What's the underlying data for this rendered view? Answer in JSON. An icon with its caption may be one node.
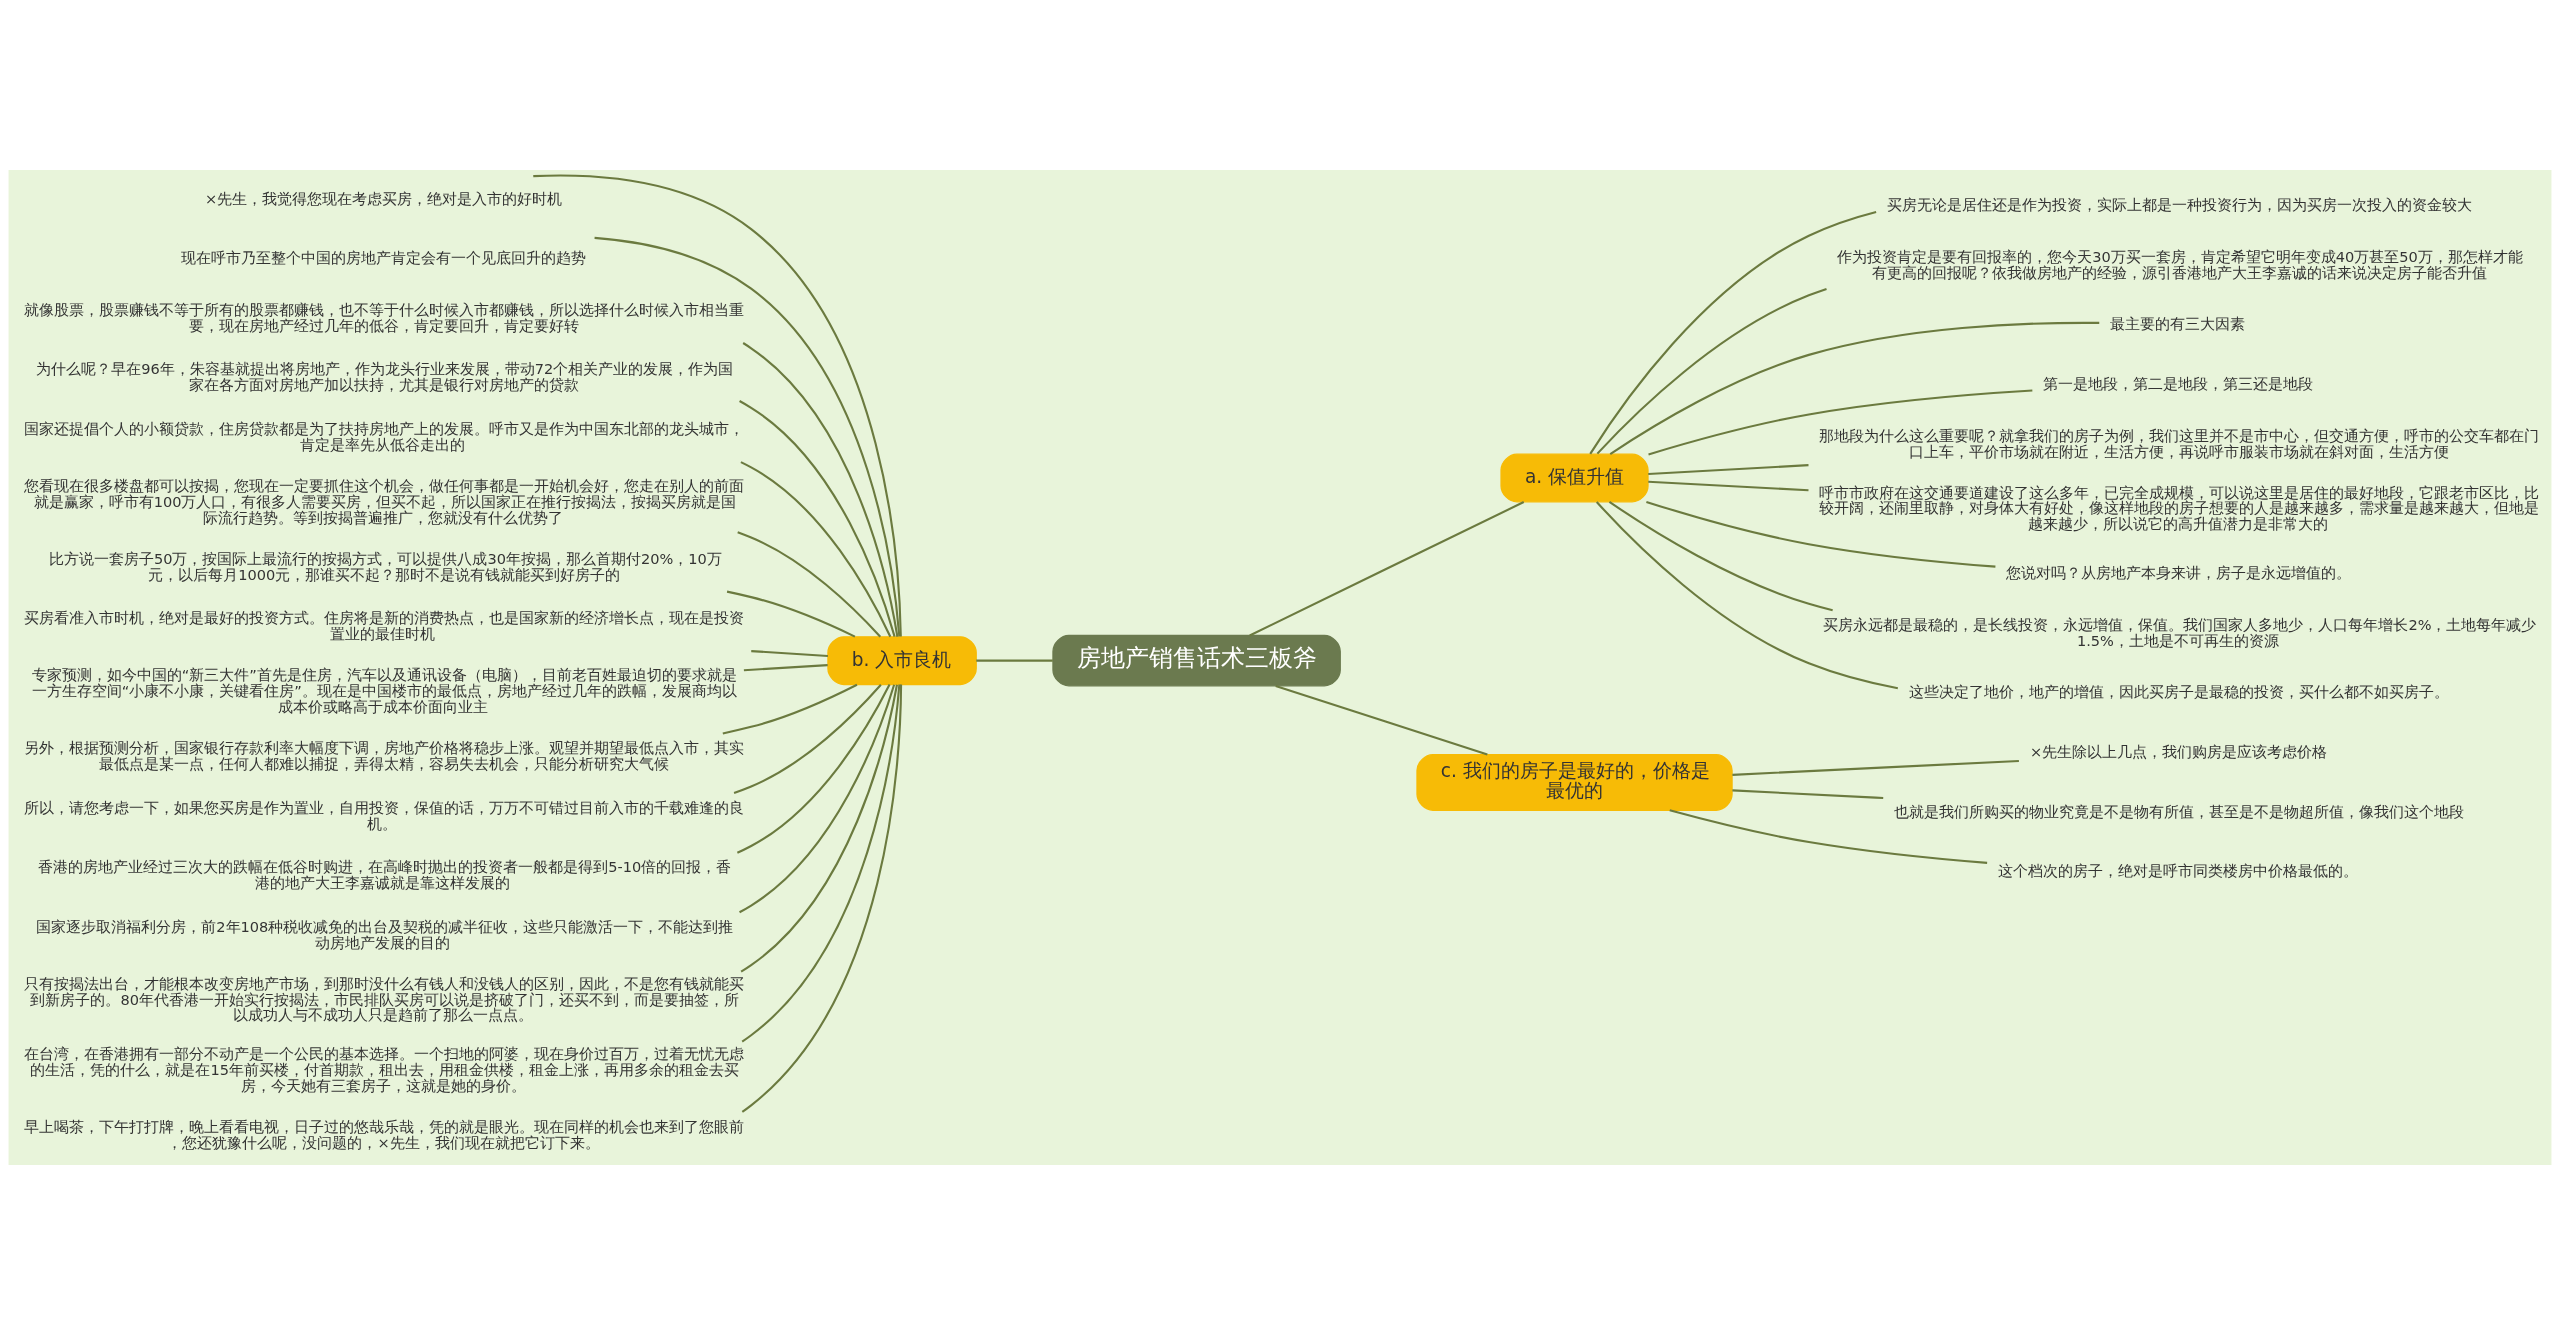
{
  "diagram": {
    "nodes": [
      {
        "text": [
          "房地产销售话术三板斧"
        ]
      },
      {
        "text": [
          "b. 入市良机"
        ]
      },
      {
        "text": [
          "×先生，我觉得您现在考虑买房，绝对是入市的好时机"
        ]
      },
      {
        "text": [
          "现在呼市乃至整个中国的房地产肯定会有一个见底回升的趋势"
        ]
      },
      {
        "text": [
          "就像股票，股票赚钱不等于所有的股票都赚钱，也不等于什么时候入市都赚钱，所以选择什么时候入市相当重要，现在房地产经过几年的低谷，肯定要回升，肯定要好转"
        ]
      },
      {
        "text": [
          "为什么呢？早在96年，朱容基就提出将房地产，作为龙头行业来发展，带动72个相关产业的发展，作为国家在各方面对房地产加以扶持，尤其是银行对房地产的贷款"
        ]
      },
      {
        "text": [
          "国家还提倡个人的小额贷款，住房贷款都是为了扶持房地产上的发展。呼市又是作为中国东北部的龙头城市，肯定是率先从低谷走出的"
        ]
      },
      {
        "text": [
          "您看现在很多楼盘都可以按揭，您现在一定要抓住这个机会，做任何事都是一开始机会好，您走在别人的前面就是赢家，呼市有100万人口，有很多人需要买房，但买不起，所以国家正在推行按揭法，按揭买房就是国际流行趋势。等到按揭普遍推广，您就没有什么优势了"
        ]
      },
      {
        "text": [
          "比方说一套房子50万，按国际上最流行的按揭方式，可以提供八成30年按揭，那么首期付20%，10万元，以后每月1000元，那谁买不起？那时不是说有钱就能买到好房子的"
        ]
      },
      {
        "text": [
          "买房看准入市时机，绝对是最好的投资方式。住房将是新的消费热点，也是国家新的经济增长点，现在是投资置业的最佳时机"
        ]
      },
      {
        "text": [
          "专家预测，如今中国的“新三大件”首先是住房，汽车以及通讯设备（电脑），目前老百姓最迫切的要求就是一方生存空间“小康不小康，关键看住房”。现在是中国楼市的最低点，房地产经过几年的跌幅，发展商均以成本价或略高于成本价面向业主"
        ]
      },
      {
        "text": [
          "另外，根据预测分析，国家银行存款利率大幅度下调，房地产价格将稳步上涨。观望并期望最低点入市，其实最低点是某一点，任何人都难以捕捉，弄得太精，容易失去机会，只能分析研究大气候"
        ]
      },
      {
        "text": [
          "所以，请您考虑一下，如果您买房是作为置业，自用投资，保值的话，万万不可错过目前入市的千载难逢的良机。"
        ]
      },
      {
        "text": [
          "香港的房地产业经过三次大的跌幅在低谷时购进，在高峰时抛出的投资者一般都是得到5-10倍的回报，香港的地产大王李嘉诚就是靠这样发展的"
        ]
      },
      {
        "text": [
          "国家逐步取消福利分房，前2年108种税收减免的出台及契税的减半征收，这些只能激活一下，不能达到推动房地产发展的目的"
        ]
      },
      {
        "text": [
          "只有按揭法出台，才能根本改变房地产市场，到那时没什么有钱人和没钱人的区别，因此，不是您有钱就能买到新房子的。80年代香港一开始实行按揭法，市民排队买房可以说是挤破了门，还买不到，而是要抽签，所以成功人与不成功人只是趋前了那么一点点。"
        ]
      },
      {
        "text": [
          "在台湾，在香港拥有一部分不动产是一个公民的基本选择。一个扫地的阿婆，现在身价过百万，过着无忧无虑的生活，凭的什么，就是在15年前买楼，付首期款，租出去，用租金供楼，租金上涨，再用多余的租金去买房，今天她有三套房子，这就是她的身价。"
        ]
      },
      {
        "text": [
          "早上喝茶，下午打打牌，晚上看看电视，日子过的悠哉乐哉，凭的就是眼光。现在同样的机会也来到了您眼前，您还犹豫什么呢，没问题的，×先生，我们现在就把它订下来。"
        ]
      },
      {
        "text": [
          "a. 保值升值"
        ]
      },
      {
        "text": [
          "买房无论是居住还是作为投资，实际上都是一种投资行为，因为买房一次投入的资金较大"
        ]
      },
      {
        "text": [
          "作为投资肯定是要有回报率的，您今天30万买一套房，肯定希望它明年变成40万甚至50万，那怎样才能有更高的回报呢？依我做房地产的经验，源引香港地产大王李嘉诚的话来说决定房子能否升值"
        ]
      },
      {
        "text": [
          "最主要的有三大因素"
        ]
      },
      {
        "text": [
          "第一是地段，第二是地段，第三还是地段"
        ]
      },
      {
        "text": [
          "那地段为什么这么重要呢？就拿我们的房子为例，我们这里并不是市中心，但交通方便，呼市的公交车都在门口上车，平价市场就在附近，生活方便，再说呼市服装市场就在斜对面，生活方便"
        ]
      },
      {
        "text": [
          "呼市市政府在这交通要道建设了这么多年，已完全成规模，可以说这里是居住的最好地段，它跟老市区比，比较开阔，还闹里取静，对身体大有好处，像这样地段的房子想要的人是越来越多，需求量是越来越大，但地是越来越少，所以说它的高升值潜力是非常大的"
        ]
      },
      {
        "text": [
          "您说对吗？从房地产本身来讲，房子是永远增值的。"
        ]
      },
      {
        "text": [
          "买房永远都是最稳的，是长线投资，永远增值，保值。我们国家人多地少，人口每年增长2%，土地每年减少1.5%，土地是不可再生的资源"
        ]
      },
      {
        "text": [
          "这些决定了地价，地产的增值，因此买房子是最稳的投资，买什么都不如买房子。"
        ]
      },
      {
        "text": [
          "c. 我们的房子是最好的，价格是最优的"
        ]
      },
      {
        "text": [
          "×先生除以上几点，我们购房是应该考虑价格"
        ]
      },
      {
        "text": [
          "也就是我们所购买的物业究竟是不是物有所值，甚至是不是物超所值，像我们这个地段"
        ]
      },
      {
        "text": [
          "这个档次的房子，绝对是呼市同类楼房中价格最低的。"
        ]
      }
    ],
    "edges": [
      {
        "from": 0,
        "to": 1,
        "arrow": "none"
      },
      {
        "from": 1,
        "to": 2,
        "arrow": "none"
      },
      {
        "from": 1,
        "to": 3,
        "arrow": "none"
      },
      {
        "from": 1,
        "to": 4,
        "arrow": "none"
      },
      {
        "from": 1,
        "to": 5,
        "arrow": "none"
      },
      {
        "from": 1,
        "to": 6,
        "arrow": "none"
      },
      {
        "from": 1,
        "to": 7,
        "arrow": "none"
      },
      {
        "from": 1,
        "to": 8,
        "arrow": "none"
      },
      {
        "from": 1,
        "to": 9,
        "arrow": "none"
      },
      {
        "from": 1,
        "to": 10,
        "arrow": "none"
      },
      {
        "from": 1,
        "to": 11,
        "arrow": "none"
      },
      {
        "from": 1,
        "to": 12,
        "arrow": "none"
      },
      {
        "from": 1,
        "to": 13,
        "arrow": "none"
      },
      {
        "from": 1,
        "to": 14,
        "arrow": "none"
      },
      {
        "from": 1,
        "to": 15,
        "arrow": "none"
      },
      {
        "from": 1,
        "to": 16,
        "arrow": "none"
      },
      {
        "from": 1,
        "to": 17,
        "arrow": "none"
      },
      {
        "from": 0,
        "to": 18,
        "arrow": "none"
      },
      {
        "from": 18,
        "to": 19,
        "arrow": "none"
      },
      {
        "from": 18,
        "to": 20,
        "arrow": "none"
      },
      {
        "from": 18,
        "to": 21,
        "arrow": "none"
      },
      {
        "from": 18,
        "to": 22,
        "arrow": "none"
      },
      {
        "from": 18,
        "to": 23,
        "arrow": "none"
      },
      {
        "from": 18,
        "to": 24,
        "arrow": "none"
      },
      {
        "from": 18,
        "to": 25,
        "arrow": "none"
      },
      {
        "from": 18,
        "to": 26,
        "arrow": "none"
      },
      {
        "from": 18,
        "to": 27,
        "arrow": "none"
      },
      {
        "from": 0,
        "to": 28,
        "arrow": "none"
      },
      {
        "from": 28,
        "to": 29,
        "arrow": "none"
      },
      {
        "from": 28,
        "to": 30,
        "arrow": "none"
      },
      {
        "from": 28,
        "to": 31,
        "arrow": "none"
      }
    ]
  }
}
